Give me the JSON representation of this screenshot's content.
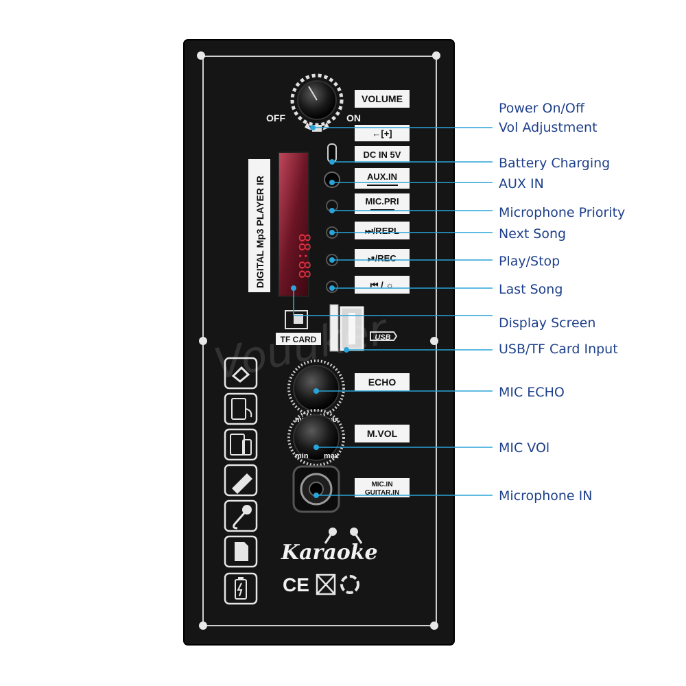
{
  "panel": {
    "knob_labels": {
      "off": "OFF",
      "on": "ON",
      "min": "min",
      "max": "max"
    },
    "tags": {
      "volume": "VOLUME",
      "battery_symbol": "←[+]",
      "dc_in": "DC IN 5V",
      "aux_in": "AUX.IN",
      "mic_pri": "MIC.PRI",
      "next": "⏭/REPL",
      "play": "⏯/REC",
      "prev": "⏮ / ☼",
      "echo": "ECHO",
      "mvol": "M.VOL",
      "mic_in": "MIC.IN",
      "guitar_in": "GUITAR.IN",
      "tf_card": "TF CARD",
      "usb": "USB"
    },
    "display_label": "DIGITAL Mp3 PLAYER IR",
    "display_digits": "88:88",
    "brand": "Karaoke",
    "cert_ce": "CE",
    "watermark": "Vouuker",
    "icons": [
      "bluetooth-icon",
      "mp3-player-icon",
      "phone-tablet-icon",
      "usb-drive-icon",
      "microphone-icon",
      "sd-card-icon",
      "battery-icon"
    ]
  },
  "callouts": [
    {
      "id": "power",
      "text": "Power On/Off"
    },
    {
      "id": "vol",
      "text": "Vol Adjustment"
    },
    {
      "id": "battery",
      "text": "Battery Charging"
    },
    {
      "id": "aux",
      "text": "AUX IN"
    },
    {
      "id": "micpri",
      "text": "Microphone Priority"
    },
    {
      "id": "next",
      "text": "Next Song"
    },
    {
      "id": "play",
      "text": "Play/Stop"
    },
    {
      "id": "last",
      "text": "Last Song"
    },
    {
      "id": "display",
      "text": "Display Screen"
    },
    {
      "id": "usbtf",
      "text": "USB/TF Card Input"
    },
    {
      "id": "echo",
      "text": "MIC ECHO"
    },
    {
      "id": "micvol",
      "text": "MIC VOl"
    },
    {
      "id": "micin",
      "text": "Microphone IN"
    }
  ]
}
